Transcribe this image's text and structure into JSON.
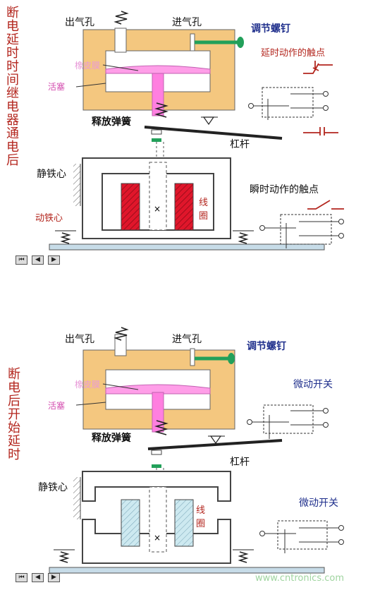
{
  "colors": {
    "title": "#b3261e",
    "blue_label": "#1f2f8c",
    "housing": "#f4c77f",
    "piston": "#ff7fe0",
    "coil_on": "#e0162b",
    "coil_off": "#cde9f0",
    "green": "#22a05a"
  },
  "top": {
    "title": "断电延时时间继电器通电后",
    "outlet": "出气孔",
    "inlet": "进气孔",
    "adjust_screw": "调节螺钉",
    "delay_contact": "延时动作的触点",
    "membrane": "橡皮膜",
    "piston": "活塞",
    "release_spring": "释放弹簧",
    "lever": "杠杆",
    "static_core": "静铁心",
    "instant_contact": "瞬时动作的触点",
    "moving_core": "动铁心",
    "coil": "线圈"
  },
  "bottom": {
    "title": "断电后开始延时",
    "outlet": "出气孔",
    "inlet": "进气孔",
    "adjust_screw": "调节螺钉",
    "micro_switch_1": "微动开关",
    "membrane": "橡皮膜",
    "piston": "活塞",
    "release_spring": "释放弹簧",
    "lever": "杠杆",
    "static_core": "静铁心",
    "micro_switch_2": "微动开关",
    "coil": "线圈"
  },
  "nav": {
    "first": "⏮",
    "prev": "◀",
    "next": "▶"
  },
  "watermark": "www.cntronics.com"
}
